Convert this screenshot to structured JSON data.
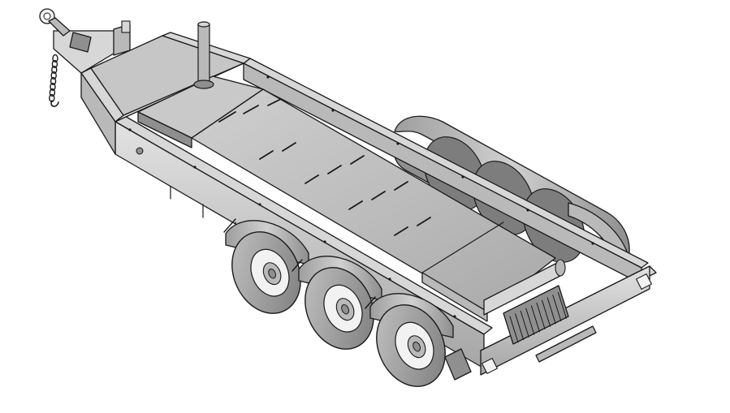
{
  "illustration": {
    "subject": "tri-axle-trailer-line-drawing",
    "axle_count": 3,
    "wheels_visible": 3,
    "fenders_visible": 3,
    "deck_panel_count": 2
  },
  "colors": {
    "background": "#ffffff",
    "outline": "#1a1a1a",
    "metal_light": "#d7d7d7",
    "metal_mid": "#b9b9b9",
    "metal_dark": "#8f8f8f",
    "tire": "#a8a8a8",
    "tire_dark": "#7d7d7d",
    "hub": "#f2f2f2"
  }
}
